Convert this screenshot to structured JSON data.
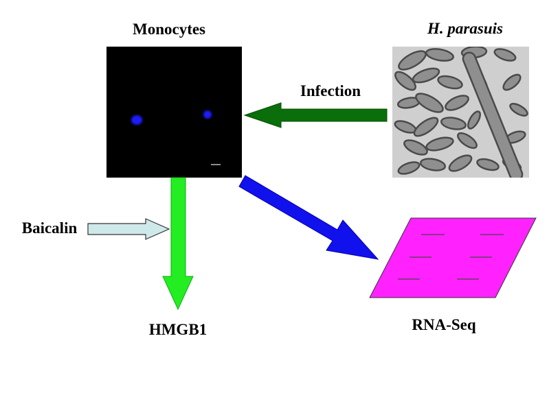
{
  "labels": {
    "monocytes": "Monocytes",
    "h_parasuis": "H. parasuis",
    "infection": "Infection",
    "baicalin": "Baicalin",
    "hmgb1": "HMGB1",
    "rna_seq": "RNA-Seq"
  },
  "colors": {
    "microscopy_bg": "#000000",
    "nucleus": "#1a1aff",
    "infection_arrow": "#0a6e0a",
    "baicalin_arrow": "#cfe8ea",
    "hmgb1_arrow": "#22ee22",
    "rnaseq_arrow": "#1111ee",
    "rnaseq_card": "#ff22ff"
  }
}
